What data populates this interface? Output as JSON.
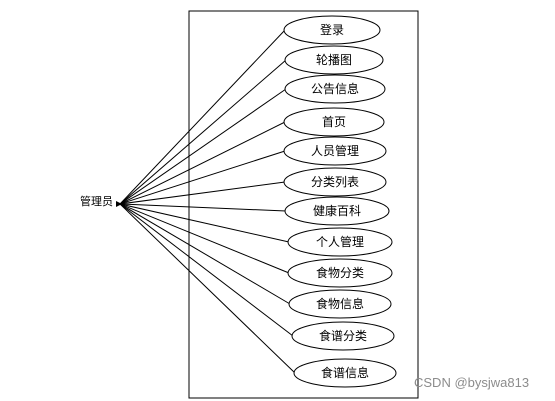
{
  "actor": {
    "label": "管理员"
  },
  "use_cases": [
    {
      "label": "登录"
    },
    {
      "label": "轮播图"
    },
    {
      "label": "公告信息"
    },
    {
      "label": "首页"
    },
    {
      "label": "人员管理"
    },
    {
      "label": "分类列表"
    },
    {
      "label": "健康百科"
    },
    {
      "label": "个人管理"
    },
    {
      "label": "食物分类"
    },
    {
      "label": "食物信息"
    },
    {
      "label": "食谱分类"
    },
    {
      "label": "食谱信息"
    }
  ],
  "watermark": "CSDN @bysjwa813"
}
